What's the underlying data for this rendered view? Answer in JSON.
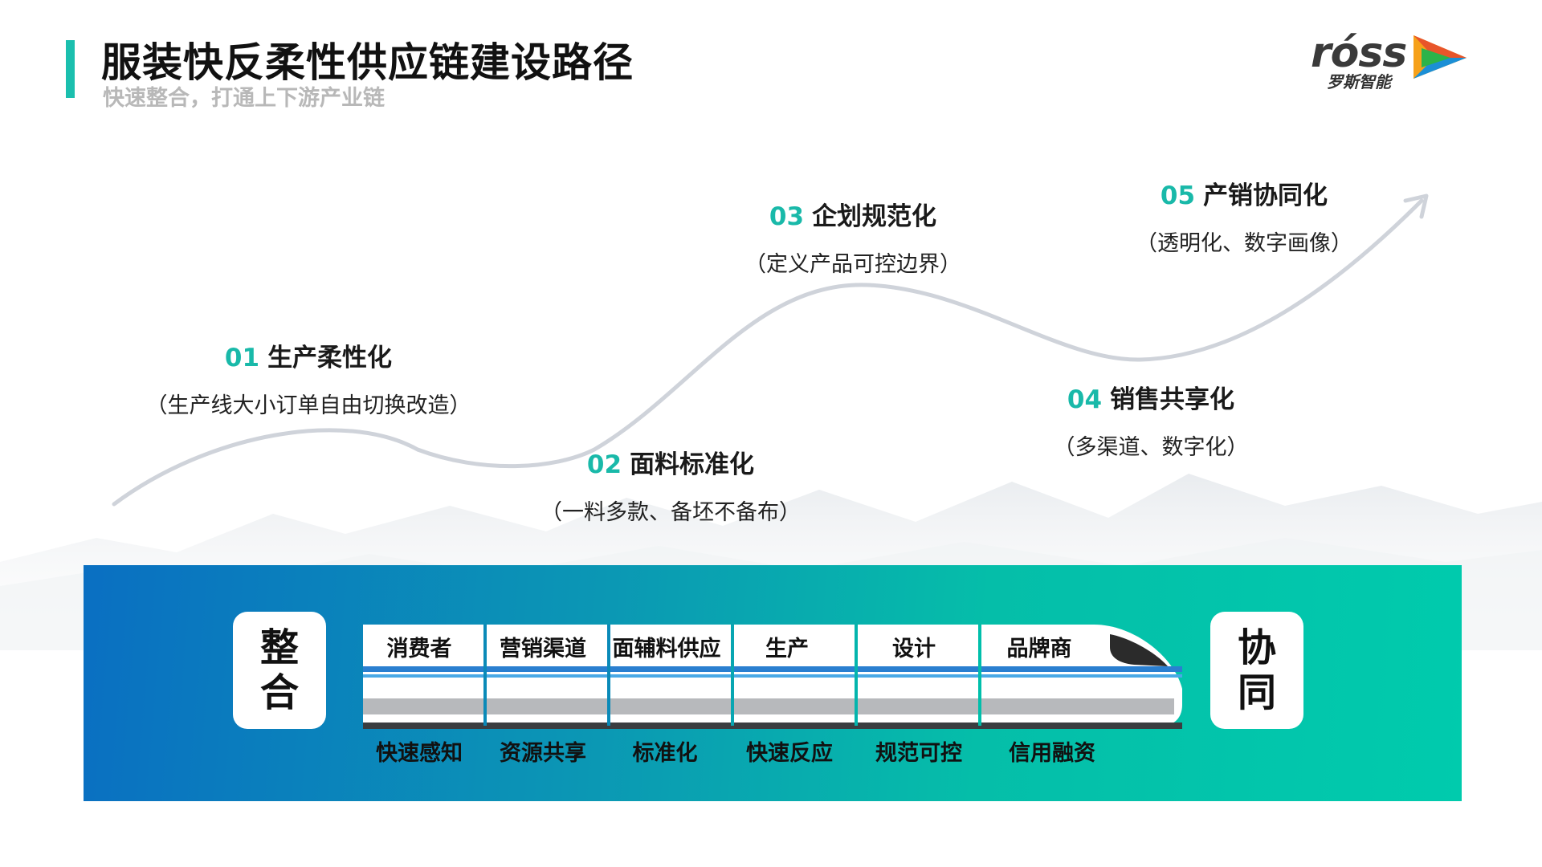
{
  "header": {
    "title": "服装快反柔性供应链建设路径",
    "subtitle": "快速整合，打通上下游产业链"
  },
  "logo": {
    "text": "róss",
    "subtext": "罗斯智能"
  },
  "stages": [
    {
      "num": "01",
      "name": "生产柔性化",
      "desc": "（生产线大小订单自由切换改造）"
    },
    {
      "num": "02",
      "name": "面料标准化",
      "desc": "（一料多款、备坯不备布）"
    },
    {
      "num": "03",
      "name": "企划规范化",
      "desc": "（定义产品可控边界）"
    },
    {
      "num": "04",
      "name": "销售共享化",
      "desc": "（多渠道、数字化）"
    },
    {
      "num": "05",
      "name": "产销协同化",
      "desc": "（透明化、数字画像）"
    }
  ],
  "band": {
    "left_box": [
      "整",
      "合"
    ],
    "right_box": [
      "协",
      "同"
    ],
    "cars": [
      "消费者",
      "营销渠道",
      "面辅料供应",
      "生产",
      "设计",
      "品牌商"
    ],
    "under_labels": [
      "快速感知",
      "资源共享",
      "标准化",
      "快速反应",
      "规范可控",
      "信用融资"
    ]
  },
  "colors": {
    "accent": "#1bbfae",
    "band_start": "#0a6fc2",
    "band_end": "#00cbad",
    "train_stripe": "#2a7fd0",
    "curve": "#cfd3da"
  }
}
